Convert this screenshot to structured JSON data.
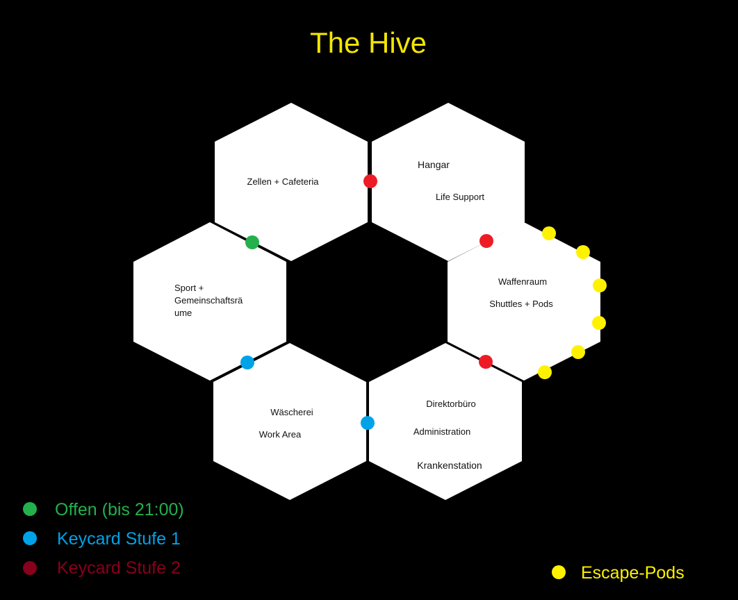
{
  "title": "The Hive",
  "colors": {
    "background": "#000000",
    "title": "#f3e600",
    "room_fill": "#ffffff",
    "wall": "#000000",
    "open": "#22b14c",
    "keycard_1": "#00a2e8",
    "keycard_2": "#ed1c24",
    "keycard_2_legend": "#88001b",
    "escape_pod": "#fff200"
  },
  "rooms": {
    "zellen": {
      "labels": [
        "Zellen + Cafeteria"
      ]
    },
    "hangar": {
      "labels": [
        "Hangar",
        "Life Support"
      ]
    },
    "sport": {
      "labels": [
        "Sport +",
        "Gemeinschaftsrä",
        "ume"
      ]
    },
    "waffen": {
      "labels": [
        "Waffenraum",
        "Shuttles + Pods"
      ]
    },
    "waesche": {
      "labels": [
        "Wäscherei",
        "Work Area"
      ]
    },
    "direktor": {
      "labels": [
        "Direktorbüro",
        "Administration",
        "Krankenstation"
      ]
    }
  },
  "doors": [
    {
      "id": "zellen-hangar",
      "type": "keycard_2"
    },
    {
      "id": "zellen-sport",
      "type": "open"
    },
    {
      "id": "hangar-waffen",
      "type": "keycard_2"
    },
    {
      "id": "sport-waesche",
      "type": "keycard_1"
    },
    {
      "id": "waesche-direktor",
      "type": "keycard_1"
    },
    {
      "id": "waffen-direktor",
      "type": "keycard_2"
    }
  ],
  "escape_pod_count": 6,
  "legend": [
    {
      "type": "open",
      "label": "Offen (bis 21:00)"
    },
    {
      "type": "keycard_1",
      "label": "Keycard Stufe 1"
    },
    {
      "type": "keycard_2",
      "label": "Keycard Stufe 2"
    },
    {
      "type": "escape_pod",
      "label": "Escape-Pods"
    }
  ]
}
